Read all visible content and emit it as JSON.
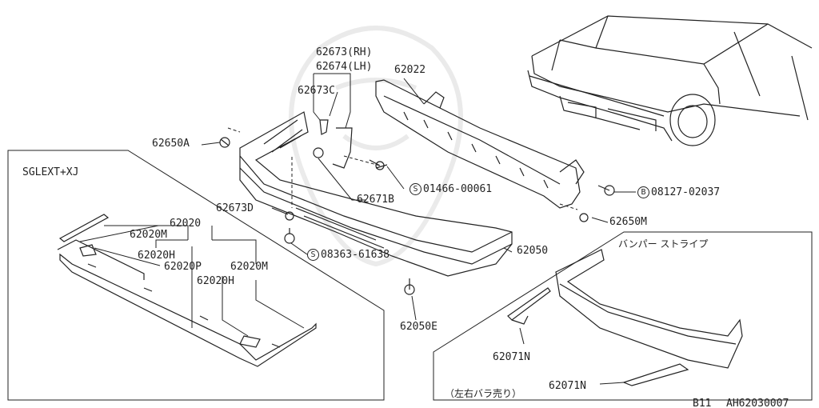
{
  "parts": {
    "p62673rh": "62673(RH)",
    "p62674lh": "62674(LH)",
    "p62673c": "62673C",
    "p62022": "62022",
    "p62650a": "62650A",
    "p62671b": "62671B",
    "p01466": "01466-00061",
    "p08127": "08127-02037",
    "p62673d": "62673D",
    "p62650m": "62650M",
    "p08363": "08363-61638",
    "p62050": "62050",
    "p62050e": "62050E",
    "p62020": "62020",
    "p62020m_a": "62020M",
    "p62020h_a": "62020H",
    "p62020p": "62020P",
    "p62020m_b": "62020M",
    "p62020h_b": "62020H",
    "p62071n_a": "62071N",
    "p62071n_b": "62071N"
  },
  "symbols": {
    "s_mark": "S",
    "b_mark": "B"
  },
  "boxes": {
    "sglext_title": "SGLEXT+XJ",
    "stripe_title": "バンパー ストライプ",
    "stripe_note": "（左右バラ売り）"
  },
  "footer": {
    "model": "B11",
    "diagram_id": "AH62030007"
  },
  "colors": {
    "line": "#222222",
    "highlight": "#8e95e6",
    "watermark": "#e6e6e6"
  }
}
